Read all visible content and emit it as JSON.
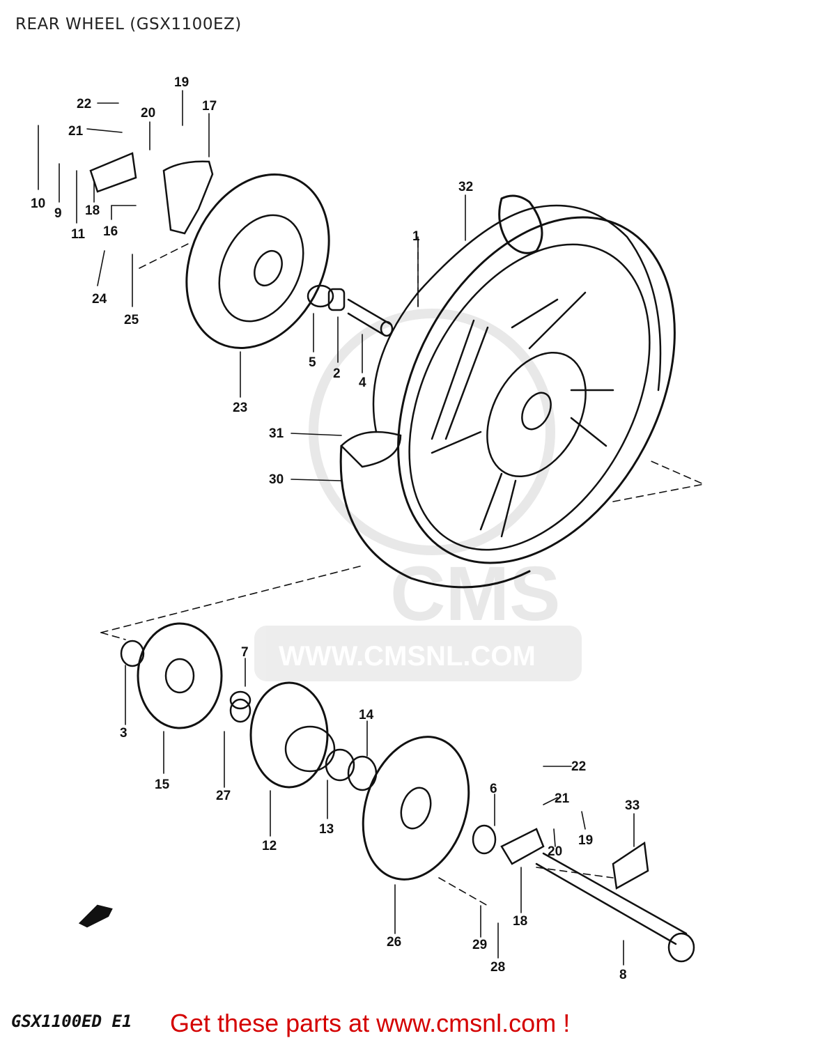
{
  "header": {
    "title": "REAR WHEEL (GSX1100EZ)"
  },
  "watermark": {
    "logo": "CMS",
    "url": "WWW.CMSNL.COM"
  },
  "footer": {
    "model_code": "GSX1100ED E1",
    "promo": "Get these parts at www.cmsnl.com !"
  },
  "callouts": [
    "1",
    "2",
    "3",
    "4",
    "5",
    "6",
    "7",
    "8",
    "9",
    "10",
    "11",
    "12",
    "13",
    "14",
    "15",
    "16",
    "17",
    "18",
    "19",
    "20",
    "21",
    "22",
    "23",
    "24",
    "25",
    "26",
    "27",
    "28",
    "29",
    "30",
    "31",
    "32",
    "33",
    "22",
    "21",
    "20",
    "19",
    "18"
  ],
  "colors": {
    "ink": "#111111",
    "promo": "#d40000",
    "watermark": "#e6e6e6"
  }
}
